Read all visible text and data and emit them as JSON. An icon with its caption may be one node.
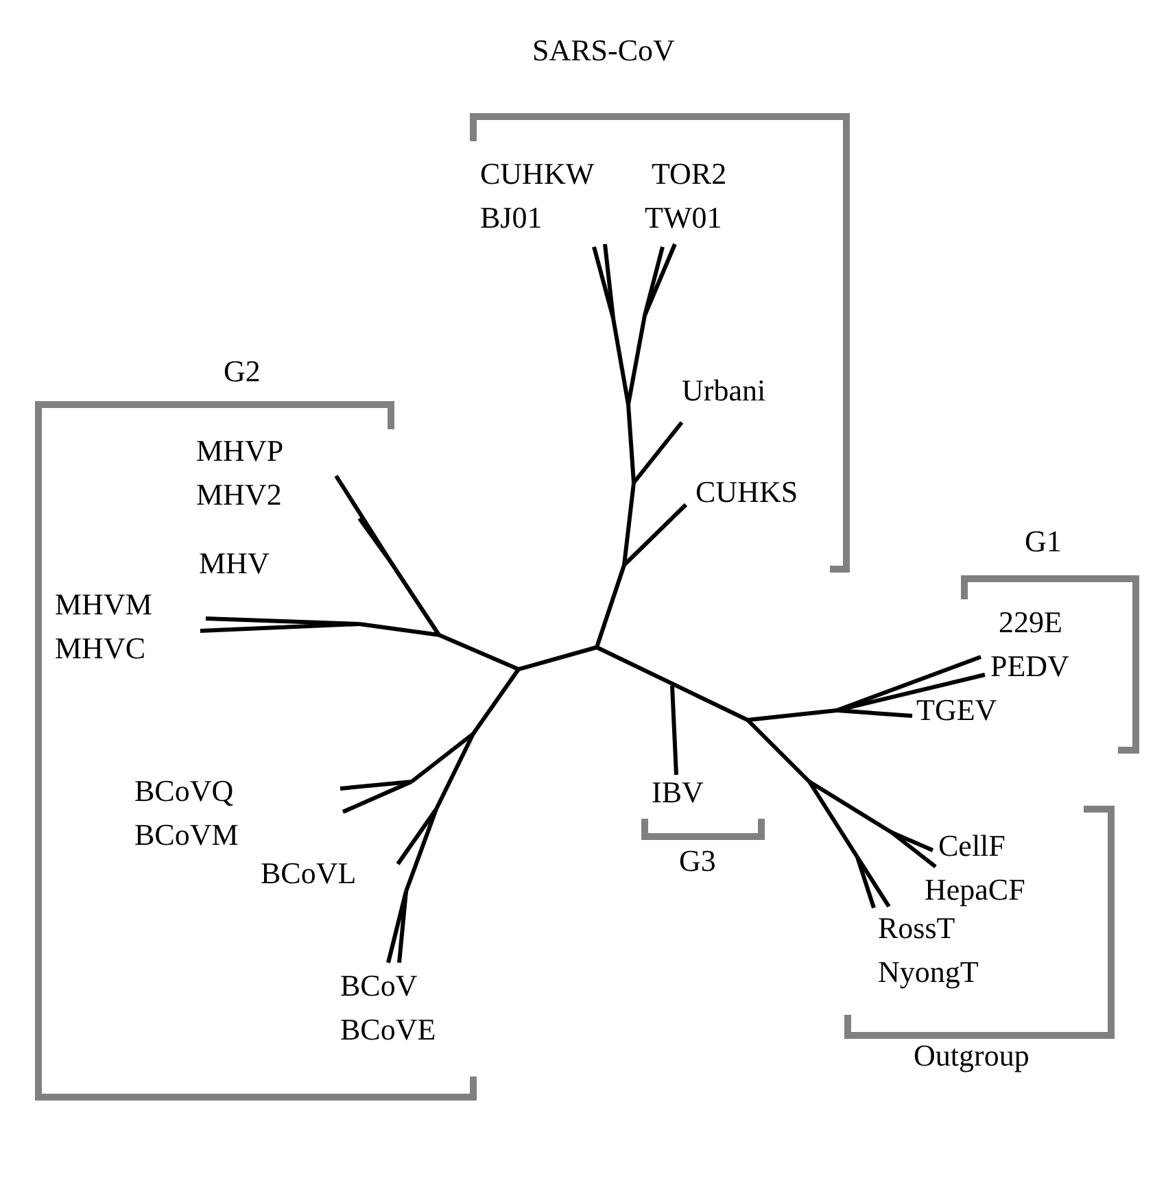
{
  "diagram": {
    "labels": [
      "SARS-CoV",
      "CUHKW",
      "TOR2",
      "BJ01",
      "TW01",
      "G2",
      "Urbani",
      "MHVP",
      "MHV2",
      "CUHKS",
      "G1",
      "MHV",
      "MHVM",
      "229E",
      "MHVC",
      "PEDV",
      "TGEV",
      "BCoVQ",
      "IBV",
      "BCoVM",
      "G3",
      "CellF",
      "BCoVL",
      "HepaCF",
      "RossT",
      "BCoV",
      "NyongT",
      "BCoVE",
      "Outgroup"
    ]
  }
}
